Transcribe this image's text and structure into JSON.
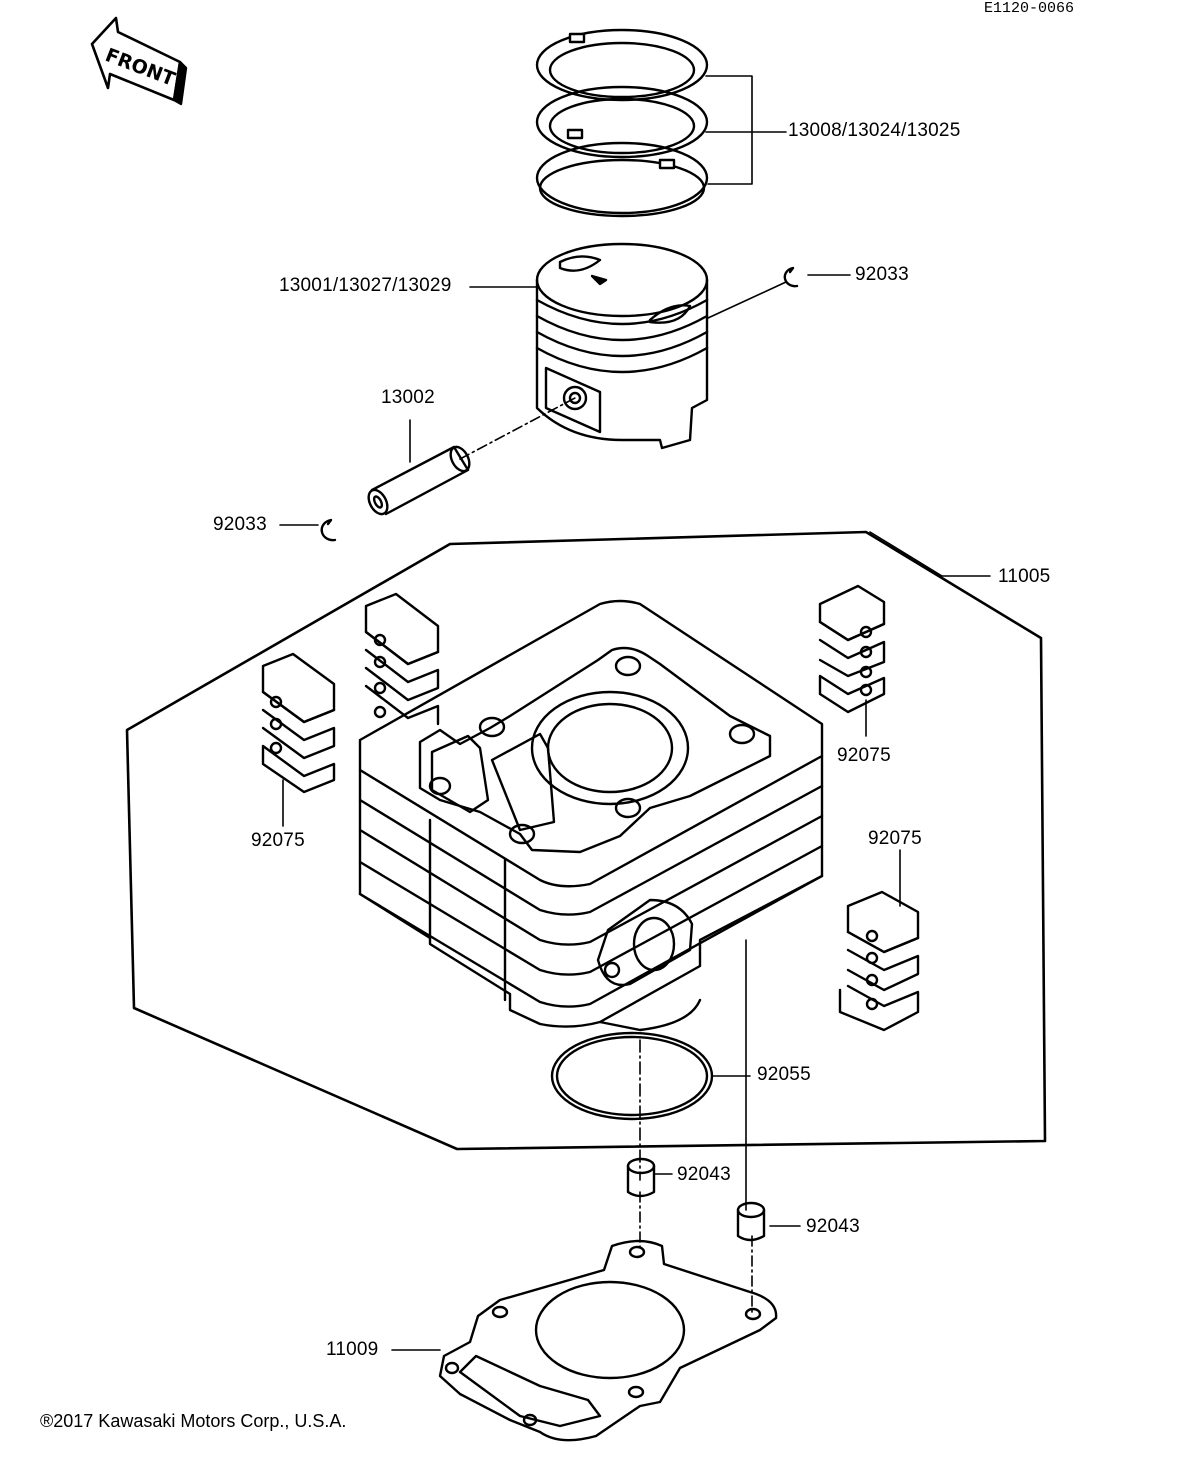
{
  "diagram": {
    "code": "E1120-0066",
    "front_label": "FRONT",
    "copyright": "®2017 Kawasaki Motors Corp., U.S.A.",
    "parts": {
      "rings": "13008/13024/13025",
      "piston": "13001/13027/13029",
      "clip_right": "92033",
      "pin": "13002",
      "clip_left": "92033",
      "cylinder": "11005",
      "damper_top_right": "92075",
      "damper_left": "92075",
      "damper_right": "92075",
      "o_ring": "92055",
      "dowel_left": "92043",
      "dowel_right": "92043",
      "gasket": "11009"
    },
    "icons": [
      "front-arrow-icon"
    ]
  }
}
